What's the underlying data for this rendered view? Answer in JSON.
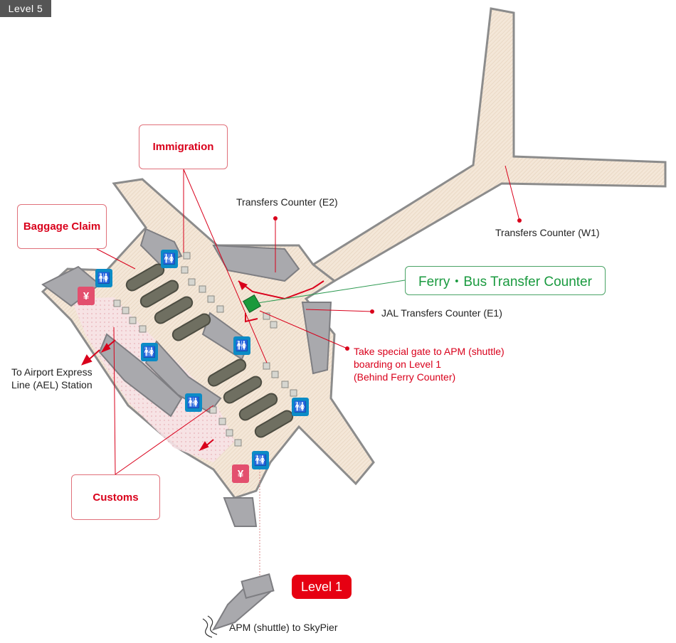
{
  "level_tag": "Level 5",
  "callouts": {
    "immigration": "Immigration",
    "baggage_claim": "Baggage Claim",
    "customs": "Customs"
  },
  "ferry_bus": "Ferry・Bus Transfer Counter",
  "level1": "Level 1",
  "labels": {
    "transfers_e2": "Transfers Counter (E2)",
    "transfers_w1": "Transfers Counter (W1)",
    "jal_e1": "JAL Transfers Counter (E1)",
    "special_gate_1": "Take special gate to APM (shuttle)",
    "special_gate_2": "boarding on Level 1",
    "special_gate_3": "(Behind Ferry Counter)",
    "ael_1": "To Airport Express",
    "ael_2": "Line (AEL) Station",
    "apm": "APM (shuttle) to SkyPier"
  },
  "icons": {
    "toilet": "🚻",
    "yen": "¥"
  },
  "colors": {
    "floor": "#f3e6d6",
    "wall": "#9a9a9a",
    "accent_red": "#d9001b",
    "accent_green": "#1a9a3f",
    "icon_blue": "#0b8bc6",
    "icon_pink": "#e34f6e"
  }
}
